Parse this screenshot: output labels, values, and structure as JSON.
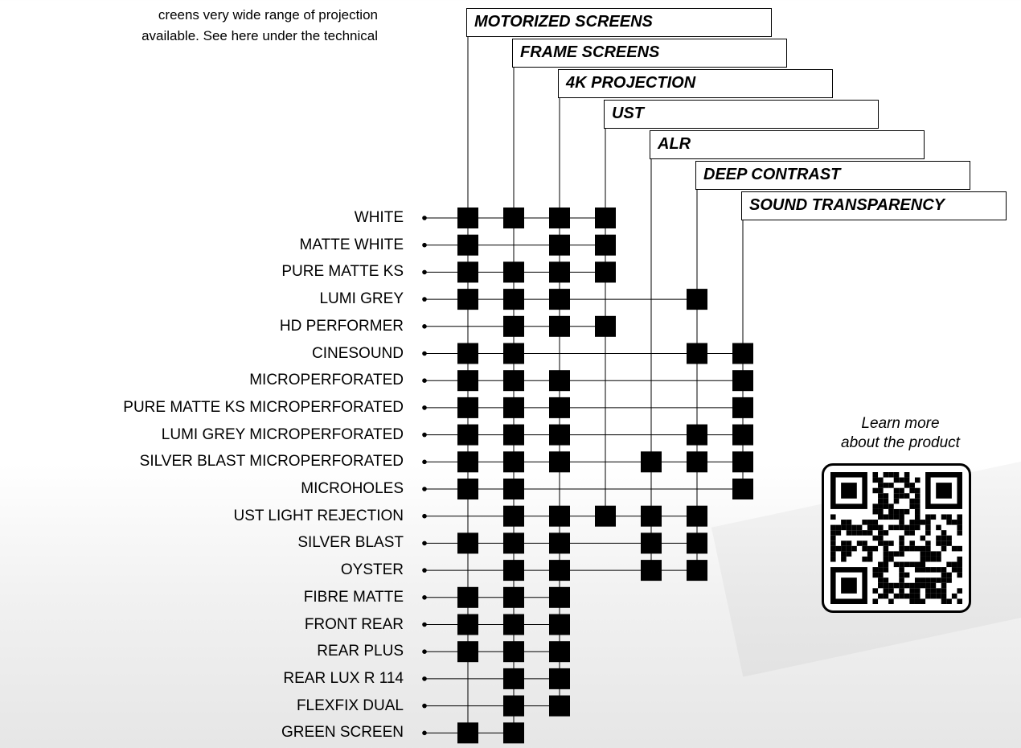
{
  "intro": {
    "line1": "creens very wide range of projection",
    "line2": "available. See here under the technical"
  },
  "columns": [
    "MOTORIZED SCREENS",
    "FRAME SCREENS",
    "4K PROJECTION",
    "UST",
    "ALR",
    "DEEP CONTRAST",
    "SOUND TRANSPARENCY"
  ],
  "rows": [
    {
      "label": "WHITE",
      "marks": [
        0,
        1,
        2,
        3
      ]
    },
    {
      "label": "MATTE WHITE",
      "marks": [
        0,
        2,
        3
      ]
    },
    {
      "label": "PURE MATTE KS",
      "marks": [
        0,
        1,
        2,
        3
      ]
    },
    {
      "label": "LUMI GREY",
      "marks": [
        0,
        1,
        2,
        5
      ]
    },
    {
      "label": "HD PERFORMER",
      "marks": [
        1,
        2,
        3
      ]
    },
    {
      "label": "CINESOUND",
      "marks": [
        0,
        1,
        5,
        6
      ]
    },
    {
      "label": "MICROPERFORATED",
      "marks": [
        0,
        1,
        2,
        6
      ]
    },
    {
      "label": "PURE MATTE KS MICROPERFORATED",
      "marks": [
        0,
        1,
        2,
        6
      ]
    },
    {
      "label": "LUMI GREY MICROPERFORATED",
      "marks": [
        0,
        1,
        2,
        5,
        6
      ]
    },
    {
      "label": "SILVER BLAST MICROPERFORATED",
      "marks": [
        0,
        1,
        2,
        4,
        5,
        6
      ]
    },
    {
      "label": "MICROHOLES",
      "marks": [
        0,
        1,
        6
      ]
    },
    {
      "label": "UST LIGHT REJECTION",
      "marks": [
        1,
        2,
        3,
        4,
        5
      ]
    },
    {
      "label": "SILVER BLAST",
      "marks": [
        0,
        1,
        2,
        4,
        5
      ]
    },
    {
      "label": "OYSTER",
      "marks": [
        1,
        2,
        4,
        5
      ]
    },
    {
      "label": "FIBRE MATTE",
      "marks": [
        0,
        1,
        2
      ]
    },
    {
      "label": "FRONT REAR",
      "marks": [
        0,
        1,
        2
      ]
    },
    {
      "label": "REAR PLUS",
      "marks": [
        0,
        1,
        2
      ]
    },
    {
      "label": "REAR LUX R 114",
      "marks": [
        1,
        2
      ]
    },
    {
      "label": "FLEXFIX DUAL",
      "marks": [
        1,
        2
      ]
    },
    {
      "label": "GREEN SCREEN",
      "marks": [
        0,
        1
      ]
    }
  ],
  "qr": {
    "caption_line1": "Learn more",
    "caption_line2": "about the product"
  }
}
